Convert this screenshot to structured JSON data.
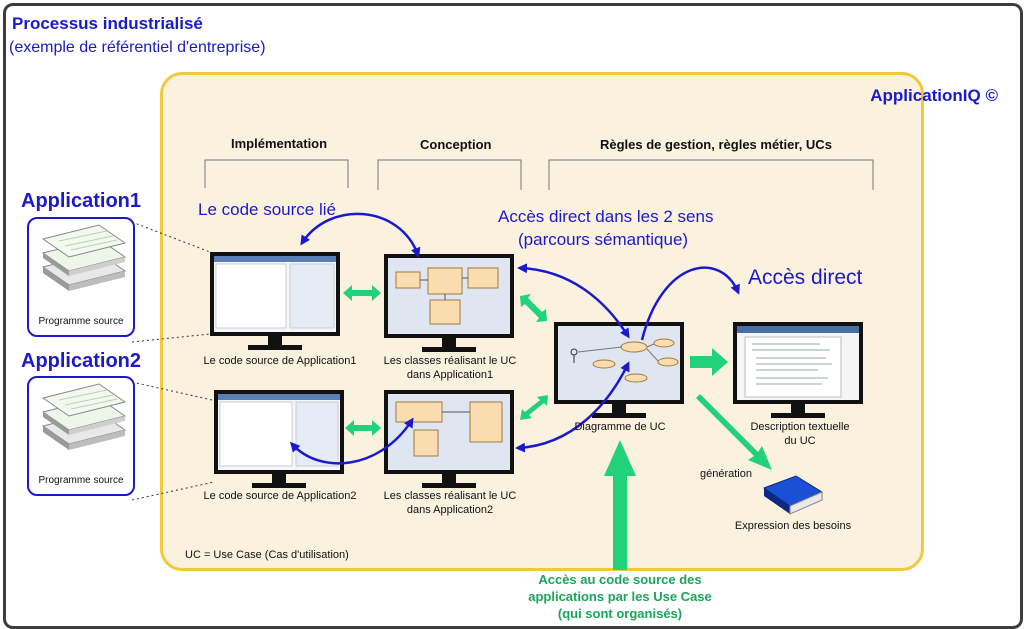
{
  "header": {
    "title": "Processus industrialisé",
    "subtitle": "(exemple de référentiel d'entreprise)"
  },
  "brand": "ApplicationIQ ©",
  "columns": {
    "implementation": "Implémentation",
    "conception": "Conception",
    "rules": "Règles de gestion, règles métier, UCs"
  },
  "apps": [
    {
      "title": "Application1",
      "caption": "Programme source"
    },
    {
      "title": "Application2",
      "caption": "Programme source"
    }
  ],
  "notes": {
    "linked_source": "Le code source lié",
    "direct_access_line1": "Accès direct dans les 2 sens",
    "direct_access_line2": "(parcours sémantique)",
    "direct_access": "Accès direct",
    "generation": "génération",
    "uc_legend": "UC = Use Case (Cas d'utilisation)",
    "green_line1": "Accès au code source des",
    "green_line2": "applications par les Use Case",
    "green_line3": "(qui sont organisés)"
  },
  "screens": {
    "code1": "Le code source de Application1",
    "classes1_line1": "Les classes réalisant le UC",
    "classes1_line2": "dans Application1",
    "code2": "Le code source de Application2",
    "classes2_line1": "Les classes réalisant le UC",
    "classes2_line2": "dans Application2",
    "uc_diagram": "Diagramme de UC",
    "desc_line1": "Description textuelle",
    "desc_line2": "du UC",
    "book": "Expression des besoins"
  },
  "colors": {
    "blue": "#1a1acc",
    "green": "#22d27a",
    "yellow_border": "#f2c93b",
    "box_fill": "#fbf1df"
  }
}
